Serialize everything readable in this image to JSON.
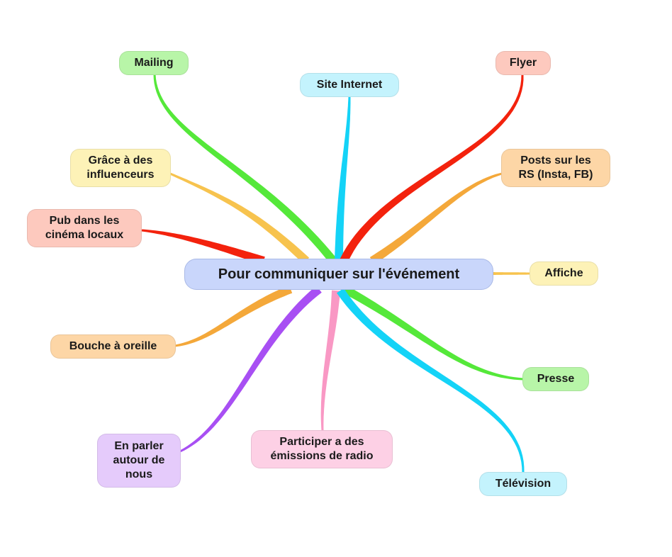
{
  "center": {
    "label": "Pour communiquer sur l'événement",
    "color": "#c9d6fb"
  },
  "branches": [
    {
      "id": "mailing",
      "label": "Mailing",
      "fill": "#b8f5a8",
      "edge": "#55e83a"
    },
    {
      "id": "site-internet",
      "label": "Site Internet",
      "fill": "#c4f3fd",
      "edge": "#14d3f7"
    },
    {
      "id": "flyer",
      "label": "Flyer",
      "fill": "#fdc9be",
      "edge": "#f3220d"
    },
    {
      "id": "grace-influenceurs",
      "label": "Grâce à des\ninfluenceurs",
      "fill": "#fdf2b7",
      "edge": "#f7c34e"
    },
    {
      "id": "posts-rs",
      "label": "Posts sur les\nRS (Insta, FB)",
      "fill": "#fdd6a6",
      "edge": "#f4a83a"
    },
    {
      "id": "pub-cinema",
      "label": "Pub dans les\ncinéma locaux",
      "fill": "#fdc9be",
      "edge": "#f3220d"
    },
    {
      "id": "affiche",
      "label": "Affiche",
      "fill": "#fdf2b7",
      "edge": "#f7c34e"
    },
    {
      "id": "bouche-oreille",
      "label": "Bouche à oreille",
      "fill": "#fdd6a6",
      "edge": "#f4a83a"
    },
    {
      "id": "presse",
      "label": "Presse",
      "fill": "#b8f5a8",
      "edge": "#55e83a"
    },
    {
      "id": "en-parler",
      "label": "En parler\nautour de\nnous",
      "fill": "#e5cbfb",
      "edge": "#a84ff3"
    },
    {
      "id": "emissions-radio",
      "label": "Participer a des\némissions de radio",
      "fill": "#fdd0e5",
      "edge": "#f998c4"
    },
    {
      "id": "television",
      "label": "Télévision",
      "fill": "#c4f3fd",
      "edge": "#14d3f7"
    }
  ]
}
